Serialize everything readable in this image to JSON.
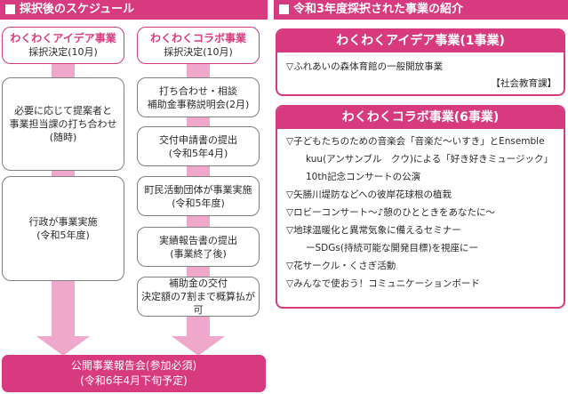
{
  "left_header": "採択後のスケジュール",
  "right_header": "令和3年度採択された事業の紹介",
  "idea_column": {
    "title": "わくわくアイデア事業",
    "subtitle": "採択決定(10月)",
    "steps": [
      [
        "必要に応じて提案者と",
        "事業担当課の打ち合わせ",
        "(随時)"
      ],
      [
        "行政が事業実施",
        "(令和5年度)"
      ]
    ]
  },
  "collab_column": {
    "title": "わくわくコラボ事業",
    "subtitle": "採択決定(10月)",
    "steps": [
      [
        "打ち合わせ・相談",
        "補助金事務説明会(2月)"
      ],
      [
        "交付申請書の提出",
        "(令和5年4月)"
      ],
      [
        "町民活動団体が事業実施",
        "(令和5年度)"
      ],
      [
        "実績報告書の提出",
        "(事業終了後)"
      ],
      [
        "補助金の交付",
        "決定額の7割まで概算払が可"
      ]
    ]
  },
  "report_meeting": {
    "line1": "公開事業報告会(参加必須)",
    "line2": "(令和6年4月下旬予定)"
  },
  "idea_projects": {
    "title": "わくわくアイデア事業(1事業)",
    "items": [
      "▽ふれあいの森体育館の一般開放事業"
    ],
    "department": "【社会教育課】"
  },
  "collab_projects": {
    "title": "わくわくコラボ事業(6事業)",
    "lines": [
      {
        "text": "▽子どもたちのための音楽会「音楽だ〜いすき」とEnsemble",
        "indent": false
      },
      {
        "text": "kuu(アンサンブル　クウ)による「好き好きミュージック」",
        "indent": true
      },
      {
        "text": "10th記念コンサートの公演",
        "indent": true
      },
      {
        "text": "▽矢勝川堤防などへの彼岸花球根の植栽",
        "indent": false
      },
      {
        "text": "▽ロビーコンサート〜♪憩のひとときをあなたに〜",
        "indent": false
      },
      {
        "text": "▽地球温暖化と異常気象に備えるセミナー",
        "indent": false
      },
      {
        "text": "ーSDGs(持続可能な開発目標)を視座にー",
        "indent": true
      },
      {
        "text": "▽花サークル・くさぎ活動",
        "indent": false
      },
      {
        "text": "▽みんなで使おう！コミュニケーションボード",
        "indent": false
      }
    ]
  },
  "colors": {
    "accent": "#d83a7f",
    "arrow": "#f0a7cc",
    "border": "#808080"
  }
}
